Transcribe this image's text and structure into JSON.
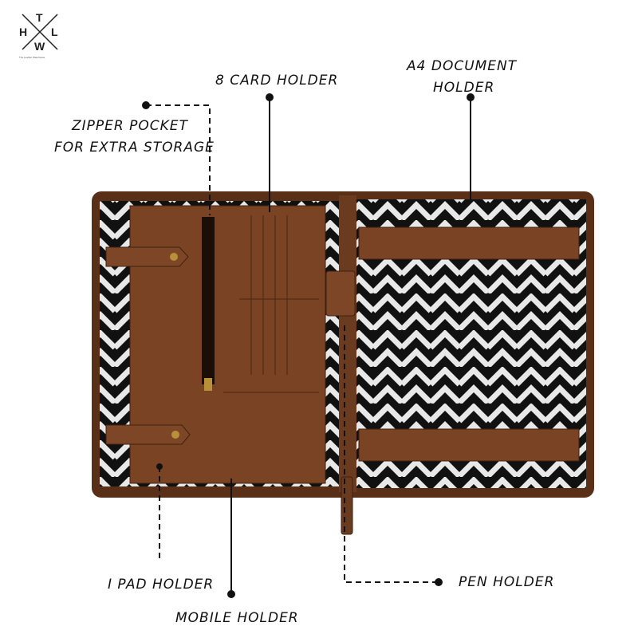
{
  "logo": {
    "letters": [
      "T",
      "H",
      "L",
      "W"
    ],
    "tagline": "The Leather Warehouse"
  },
  "callouts": {
    "card_holder": "8 CARD HOLDER",
    "a4_holder": [
      "A4 DOCUMENT",
      "HOLDER"
    ],
    "zipper_pocket": [
      "ZIPPER POCKET",
      "FOR EXTRA STORAGE"
    ],
    "ipad_holder": "I PAD HOLDER",
    "mobile_holder": "MOBILE HOLDER",
    "pen_holder": "PEN HOLDER"
  },
  "colors": {
    "leather": "#6b3b1f",
    "leather_dark": "#3e2010",
    "pattern_dark": "#111111",
    "pattern_light": "#e8e8e8"
  }
}
